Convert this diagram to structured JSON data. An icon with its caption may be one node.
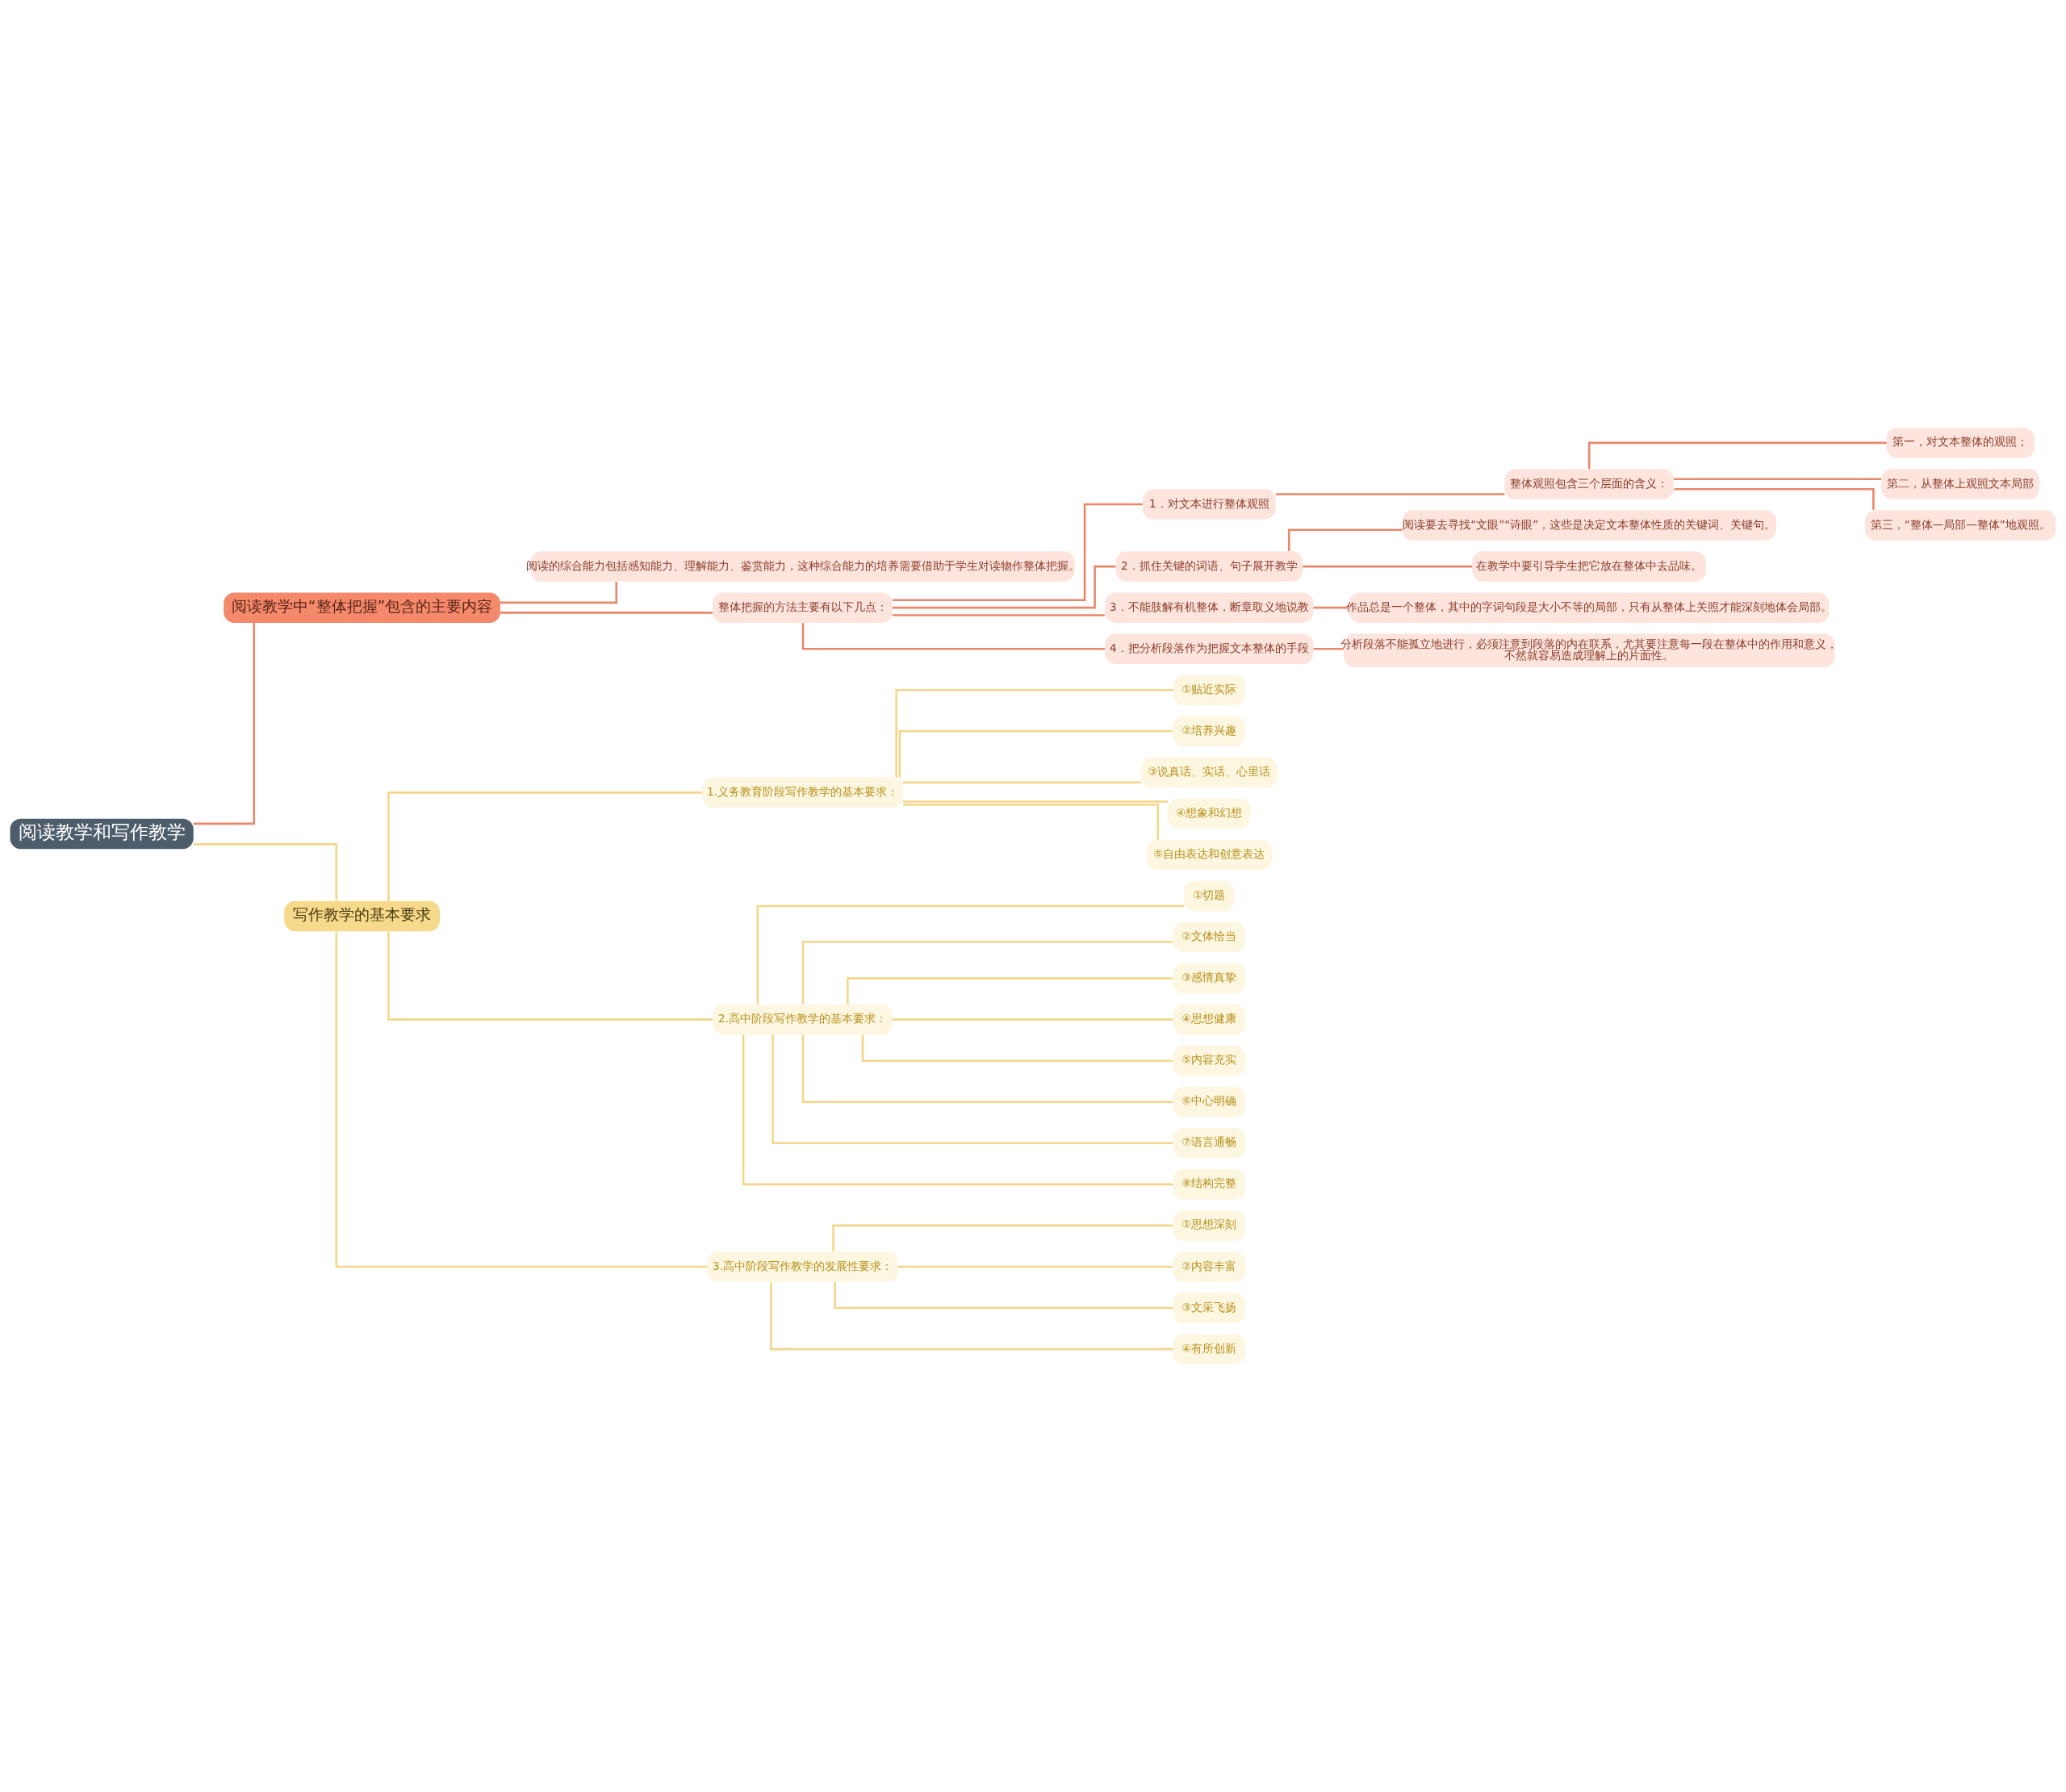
{
  "diagram": {
    "nodes": [
      {
        "text": [
          "阅读教学和写作教学"
        ]
      },
      {
        "text": [
          "阅读教学中“整体把握”包含的主要内容"
        ]
      },
      {
        "text": [
          "阅读的综合能力包括感知能力、理解能力、鉴赏能力，这种综合能力的培养需要借助于学生对读物作整体把握。"
        ]
      },
      {
        "text": [
          "整体把握的方法主要有以下几点："
        ]
      },
      {
        "text": [
          "1．对文本进行整体观照"
        ]
      },
      {
        "text": [
          "整体观照包含三个层面的含义："
        ]
      },
      {
        "text": [
          "第一，对文本整体的观照；"
        ]
      },
      {
        "text": [
          "第二，从整体上观照文本局部"
        ]
      },
      {
        "text": [
          "第三，“整体—局部—整体”地观照。"
        ]
      },
      {
        "text": [
          "2．抓住关键的词语、句子展开教学"
        ]
      },
      {
        "text": [
          "阅读要去寻找“文眼”“诗眼”，这些是决定文本整体性质的关键词、关键句。"
        ]
      },
      {
        "text": [
          "在教学中要引导学生把它放在整体中去品味。"
        ]
      },
      {
        "text": [
          "3．不能肢解有机整体，断章取义地说教"
        ]
      },
      {
        "text": [
          "作品总是一个整体，其中的字词句段是大小不等的局部，只有从整体上关照才能深刻地体会局部。"
        ]
      },
      {
        "text": [
          "4．把分析段落作为把握文本整体的手段"
        ]
      },
      {
        "text": [
          "分析段落不能孤立地进行，必须注意到段落的内在联系，尤其要注意每一段在整体中的作用和意义，不然就容易造成理解上的片面性。"
        ]
      },
      {
        "text": [
          "写作教学的基本要求"
        ]
      },
      {
        "text": [
          "1.义务教育阶段写作教学的基本要求："
        ]
      },
      {
        "text": [
          "①贴近实际"
        ]
      },
      {
        "text": [
          "②培养兴趣"
        ]
      },
      {
        "text": [
          "③说真话、实话、心里话"
        ]
      },
      {
        "text": [
          "④想象和幻想"
        ]
      },
      {
        "text": [
          "⑤自由表达和创意表达"
        ]
      },
      {
        "text": [
          "2.高中阶段写作教学的基本要求："
        ]
      },
      {
        "text": [
          "①切题"
        ]
      },
      {
        "text": [
          "②文体恰当"
        ]
      },
      {
        "text": [
          "③感情真挚"
        ]
      },
      {
        "text": [
          "④思想健康"
        ]
      },
      {
        "text": [
          "⑤内容充实"
        ]
      },
      {
        "text": [
          "⑥中心明确"
        ]
      },
      {
        "text": [
          "⑦语言通畅"
        ]
      },
      {
        "text": [
          "⑧结构完整"
        ]
      },
      {
        "text": [
          "3.高中阶段写作教学的发展性要求："
        ]
      },
      {
        "text": [
          "①思想深刻"
        ]
      },
      {
        "text": [
          "②内容丰富"
        ]
      },
      {
        "text": [
          "③文采飞扬"
        ]
      },
      {
        "text": [
          "④有所创新"
        ]
      }
    ],
    "edges": [
      {
        "from": 0,
        "to": 1,
        "arrow": "none",
        "color": "#e8876a"
      },
      {
        "from": 1,
        "to": 2,
        "arrow": "none",
        "color": "#e8876a"
      },
      {
        "from": 1,
        "to": 3,
        "arrow": "none",
        "color": "#e8876a"
      },
      {
        "from": 3,
        "to": 4,
        "arrow": "none",
        "color": "#e8876a"
      },
      {
        "from": 4,
        "to": 5,
        "arrow": "none",
        "color": "#e8876a"
      },
      {
        "from": 5,
        "to": 6,
        "arrow": "none",
        "color": "#e8876a"
      },
      {
        "from": 5,
        "to": 7,
        "arrow": "none",
        "color": "#e8876a"
      },
      {
        "from": 5,
        "to": 8,
        "arrow": "none",
        "color": "#e8876a"
      },
      {
        "from": 3,
        "to": 9,
        "arrow": "none",
        "color": "#e8876a"
      },
      {
        "from": 9,
        "to": 10,
        "arrow": "none",
        "color": "#e8876a"
      },
      {
        "from": 9,
        "to": 11,
        "arrow": "none",
        "color": "#e8876a"
      },
      {
        "from": 3,
        "to": 12,
        "arrow": "none",
        "color": "#e8876a"
      },
      {
        "from": 12,
        "to": 13,
        "arrow": "none",
        "color": "#e8876a"
      },
      {
        "from": 3,
        "to": 14,
        "arrow": "none",
        "color": "#e8876a"
      },
      {
        "from": 14,
        "to": 15,
        "arrow": "none",
        "color": "#e8876a"
      },
      {
        "from": 0,
        "to": 16,
        "arrow": "none"
      },
      {
        "from": 16,
        "to": 17,
        "arrow": "none"
      },
      {
        "from": 17,
        "to": 18,
        "arrow": "none"
      },
      {
        "from": 17,
        "to": 19,
        "arrow": "none"
      },
      {
        "from": 17,
        "to": 20,
        "arrow": "none"
      },
      {
        "from": 17,
        "to": 21,
        "arrow": "none"
      },
      {
        "from": 17,
        "to": 22,
        "arrow": "none"
      },
      {
        "from": 16,
        "to": 23,
        "arrow": "none"
      },
      {
        "from": 23,
        "to": 24,
        "arrow": "none"
      },
      {
        "from": 23,
        "to": 25,
        "arrow": "none"
      },
      {
        "from": 23,
        "to": 26,
        "arrow": "none"
      },
      {
        "from": 23,
        "to": 27,
        "arrow": "none"
      },
      {
        "from": 23,
        "to": 28,
        "arrow": "none"
      },
      {
        "from": 23,
        "to": 29,
        "arrow": "none"
      },
      {
        "from": 23,
        "to": 30,
        "arrow": "none"
      },
      {
        "from": 23,
        "to": 31,
        "arrow": "none"
      },
      {
        "from": 16,
        "to": 32,
        "arrow": "none"
      },
      {
        "from": 32,
        "to": 33,
        "arrow": "none"
      },
      {
        "from": 32,
        "to": 34,
        "arrow": "none"
      },
      {
        "from": 32,
        "to": 35,
        "arrow": "none"
      },
      {
        "from": 32,
        "to": 36,
        "arrow": "none"
      }
    ]
  }
}
